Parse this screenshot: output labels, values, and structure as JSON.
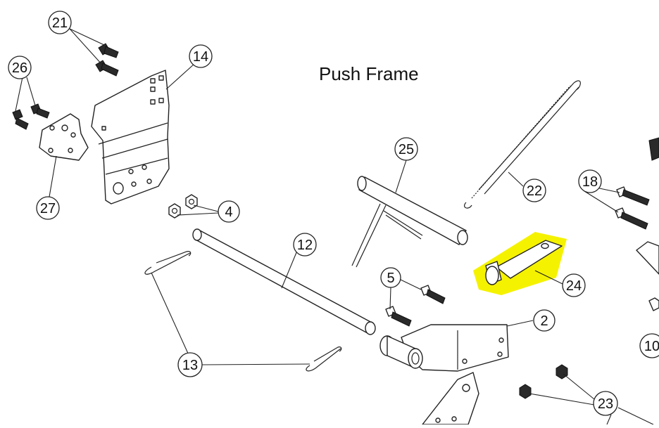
{
  "title": "Push Frame",
  "highlight_color": "#f5f200",
  "callouts": [
    {
      "id": "c21",
      "label": "21"
    },
    {
      "id": "c14",
      "label": "14"
    },
    {
      "id": "c26",
      "label": "26"
    },
    {
      "id": "c27",
      "label": "27"
    },
    {
      "id": "c4",
      "label": "4"
    },
    {
      "id": "c25",
      "label": "25"
    },
    {
      "id": "c22",
      "label": "22"
    },
    {
      "id": "c18",
      "label": "18"
    },
    {
      "id": "c12",
      "label": "12"
    },
    {
      "id": "c5",
      "label": "5"
    },
    {
      "id": "c24",
      "label": "24"
    },
    {
      "id": "c2",
      "label": "2"
    },
    {
      "id": "c13",
      "label": "13"
    },
    {
      "id": "c10",
      "label": "10"
    },
    {
      "id": "c23",
      "label": "23"
    }
  ]
}
